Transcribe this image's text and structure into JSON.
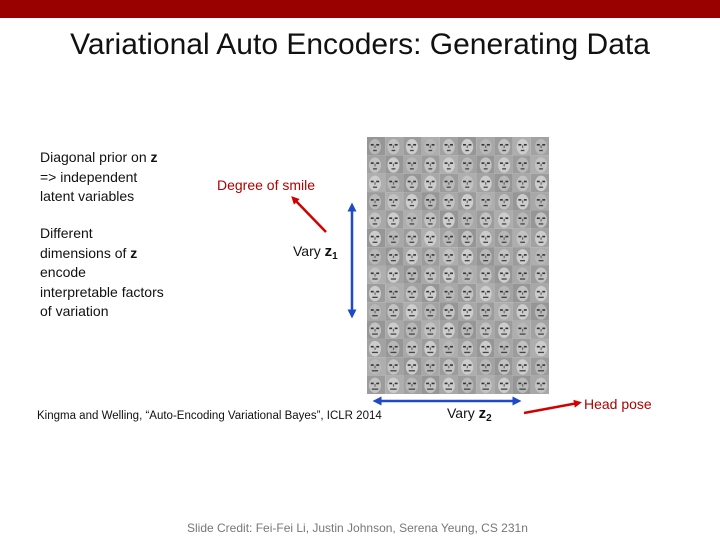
{
  "slide": {
    "title": "Variational Auto Encoders: Generating Data",
    "note1": {
      "line1_prefix": "Diagonal prior on ",
      "line1_var": "z",
      "line2": "=> independent",
      "line3": "latent variables"
    },
    "note2": {
      "line1": "Different",
      "line2_prefix": "dimensions of ",
      "line2_var": "z",
      "line3": "encode",
      "line4": "interpretable factors",
      "line5": "of variation"
    },
    "label_smile": "Degree of smile",
    "vary1": {
      "prefix": "Vary ",
      "var": "z",
      "sub": "1"
    },
    "vary2": {
      "prefix": "Vary ",
      "var": "z",
      "sub": "2"
    },
    "label_head": "Head pose",
    "citation": "Kingma and Welling, “Auto-Encoding Variational Bayes”, ICLR 2014",
    "credit": "Slide Credit: Fei-Fei Li, Justin Johnson, Serena Yeung, CS 231n",
    "colors": {
      "topbar": "#990000",
      "arrow_blue": "#1f49c8",
      "arrow_red": "#d40000"
    }
  }
}
